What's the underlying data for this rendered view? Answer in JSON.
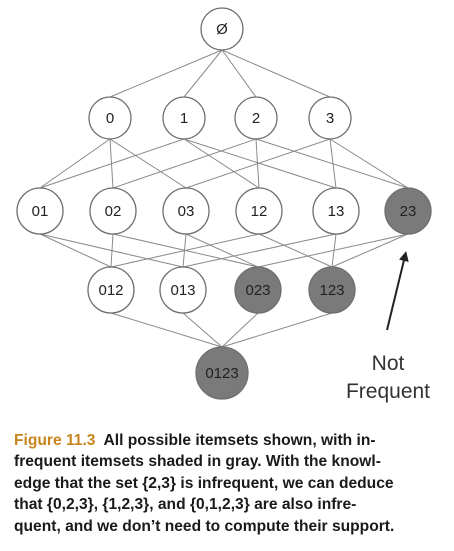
{
  "diagram": {
    "levels": [
      [
        {
          "label": "Ø",
          "frequent": true
        }
      ],
      [
        {
          "label": "0",
          "frequent": true
        },
        {
          "label": "1",
          "frequent": true
        },
        {
          "label": "2",
          "frequent": true
        },
        {
          "label": "3",
          "frequent": true
        }
      ],
      [
        {
          "label": "01",
          "frequent": true
        },
        {
          "label": "02",
          "frequent": true
        },
        {
          "label": "03",
          "frequent": true
        },
        {
          "label": "12",
          "frequent": true
        },
        {
          "label": "13",
          "frequent": true
        },
        {
          "label": "23",
          "frequent": false
        }
      ],
      [
        {
          "label": "012",
          "frequent": true
        },
        {
          "label": "013",
          "frequent": true
        },
        {
          "label": "023",
          "frequent": false
        },
        {
          "label": "123",
          "frequent": false
        }
      ],
      [
        {
          "label": "0123",
          "frequent": false
        }
      ]
    ],
    "annotation": {
      "lines": [
        "Not",
        "Frequent"
      ],
      "points_to": "23"
    },
    "colors": {
      "frequent_fill": "#ffffff",
      "infrequent_fill": "#7a7a7a",
      "node_stroke": "#6e6e6e",
      "edge": "#8a8a8a"
    }
  },
  "caption": {
    "label": "Figure 11.3",
    "lines": [
      "All possible itemsets shown, with in-",
      "frequent itemsets shaded in gray. With the knowl-",
      "edge that the set {2,3} is infrequent, we can deduce",
      "that {0,2,3}, {1,2,3}, and {0,1,2,3} are also infre-",
      "quent, and we don’t need to compute their support."
    ],
    "label_color": "#c8851c"
  }
}
